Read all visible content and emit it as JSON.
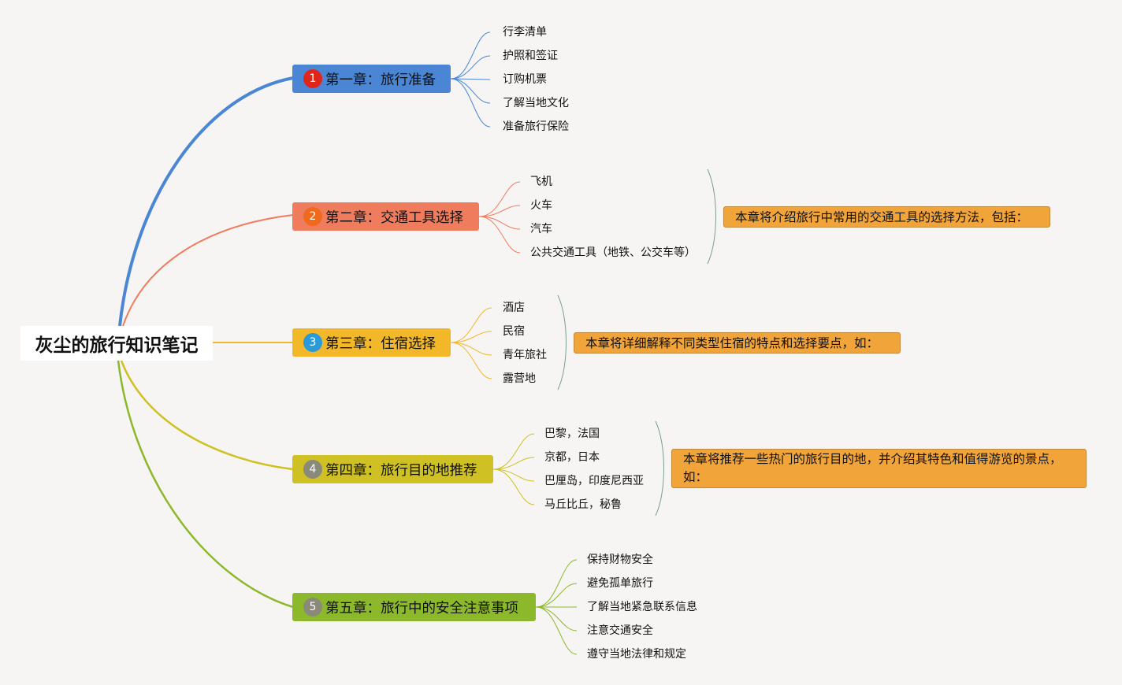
{
  "root": {
    "title": "灰尘的旅行知识笔记"
  },
  "colors": {
    "ch1": "#4a86d4",
    "ch2": "#f07c5e",
    "ch3": "#f2b82a",
    "ch4": "#cfc123",
    "ch5": "#8cb82b",
    "note": "#f0a43a"
  },
  "chapters": [
    {
      "badge": "1",
      "title": "第一章：旅行准备",
      "topics": [
        "行李清单",
        "护照和签证",
        "订购机票",
        "了解当地文化",
        "准备旅行保险"
      ]
    },
    {
      "badge": "2",
      "title": "第二章：交通工具选择",
      "topics": [
        "飞机",
        "火车",
        "汽车",
        "公共交通工具（地铁、公交车等）"
      ],
      "summary": "本章将介绍旅行中常用的交通工具的选择方法，包括："
    },
    {
      "badge": "3",
      "title": "第三章：住宿选择",
      "topics": [
        "酒店",
        "民宿",
        "青年旅社",
        "露营地"
      ],
      "summary": "本章将详细解释不同类型住宿的特点和选择要点，如："
    },
    {
      "badge": "4",
      "title": "第四章：旅行目的地推荐",
      "topics": [
        "巴黎，法国",
        "京都，日本",
        "巴厘岛，印度尼西亚",
        "马丘比丘，秘鲁"
      ],
      "summary": "本章将推荐一些热门的旅行目的地，并介绍其特色和值得游览的景点，如："
    },
    {
      "badge": "5",
      "title": "第五章：旅行中的安全注意事项",
      "topics": [
        "保持财物安全",
        "避免孤单旅行",
        "了解当地紧急联系信息",
        "注意交通安全",
        "遵守当地法律和规定"
      ]
    }
  ]
}
